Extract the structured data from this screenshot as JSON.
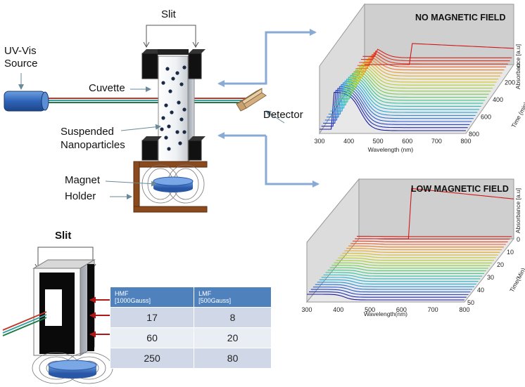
{
  "setup": {
    "slit_label": "Slit",
    "source_label_line1": "UV-Vis",
    "source_label_line2": "Source",
    "cuvette_label": "Cuvette",
    "detector_label": "Detector",
    "particles_label_line1": "Suspended",
    "particles_label_line2": "Nanoparticles",
    "magnet_label": "Magnet",
    "holder_label": "Holder"
  },
  "inset": {
    "slit_label": "Slit",
    "table": {
      "headers": [
        {
          "line1": "HMF",
          "line2": "[1000Gauss]"
        },
        {
          "line1": "LMF",
          "line2": "[500Gauss]"
        }
      ],
      "rows": [
        [
          "17",
          "8"
        ],
        [
          "60",
          "20"
        ],
        [
          "250",
          "80"
        ]
      ]
    }
  },
  "chart_data": [
    {
      "type": "line",
      "title": "NO MAGNETIC FIELD",
      "xlabel": "Wavelength (nm)",
      "ylabel": "Absorbance [a.u]",
      "zlabel": "Time (min)",
      "xlim": [
        300,
        800
      ],
      "x_ticks": [
        "300",
        "400",
        "500",
        "600",
        "700",
        "800"
      ],
      "z_ticks": [
        "0",
        "200",
        "400",
        "600",
        "800"
      ],
      "series_count": 26,
      "colormap": [
        "#1a1aa0",
        "#2a5fd6",
        "#22b0e0",
        "#30c89a",
        "#7dd040",
        "#c8d020",
        "#f0a020",
        "#e84020",
        "#d01818"
      ]
    },
    {
      "type": "line",
      "title": "LOW MAGNETIC FIELD",
      "xlabel": "Wavelength(nm)",
      "ylabel": "Absorbance [a.u]",
      "zlabel": "Time(Min)",
      "xlim": [
        300,
        800
      ],
      "x_ticks": [
        "300",
        "400",
        "500",
        "600",
        "700",
        "800"
      ],
      "z_ticks": [
        "0",
        "10",
        "20",
        "30",
        "40",
        "50"
      ],
      "series_count": 26,
      "colormap": [
        "#1a1aa0",
        "#2a5fd6",
        "#22b0e0",
        "#30c89a",
        "#7dd040",
        "#c8d020",
        "#f0a020",
        "#e84020",
        "#d01818"
      ]
    }
  ]
}
